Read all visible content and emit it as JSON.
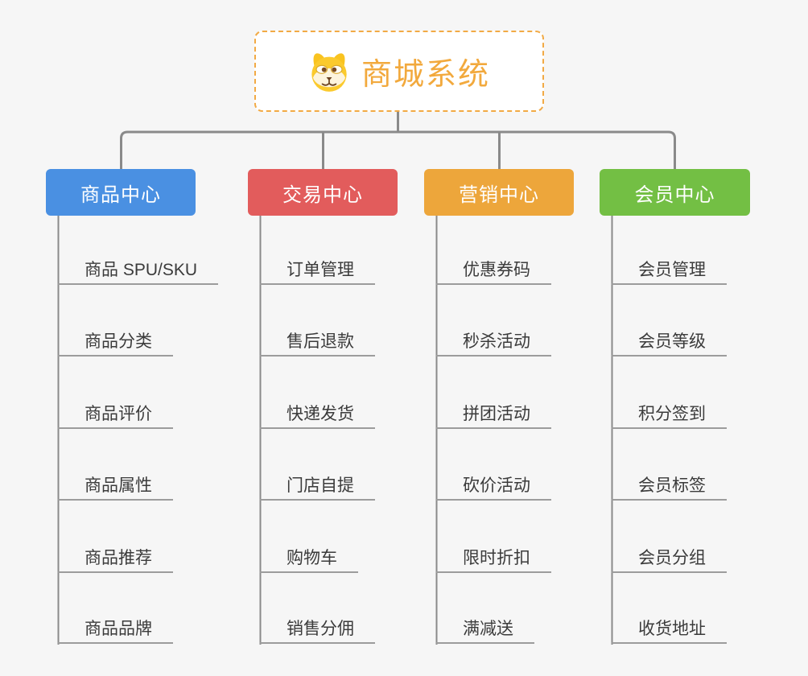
{
  "root": {
    "title": "商城系统",
    "icon": "doge-face-icon",
    "title_color": "#f2a93d",
    "border_color": "#f2aa45"
  },
  "connector_color": "#8a8a8a",
  "underline_color": "#9c9c9c",
  "branches": [
    {
      "label": "商品中心",
      "color": "#4a90e2",
      "children": [
        "商品 SPU/SKU",
        "商品分类",
        "商品评价",
        "商品属性",
        "商品推荐",
        "商品品牌"
      ]
    },
    {
      "label": "交易中心",
      "color": "#e25c5c",
      "children": [
        "订单管理",
        "售后退款",
        "快递发货",
        "门店自提",
        "购物车",
        "销售分佣"
      ]
    },
    {
      "label": "营销中心",
      "color": "#eda63b",
      "children": [
        "优惠券码",
        "秒杀活动",
        "拼团活动",
        "砍价活动",
        "限时折扣",
        "满减送"
      ]
    },
    {
      "label": "会员中心",
      "color": "#73bf44",
      "children": [
        "会员管理",
        "会员等级",
        "积分签到",
        "会员标签",
        "会员分组",
        "收货地址"
      ]
    }
  ]
}
